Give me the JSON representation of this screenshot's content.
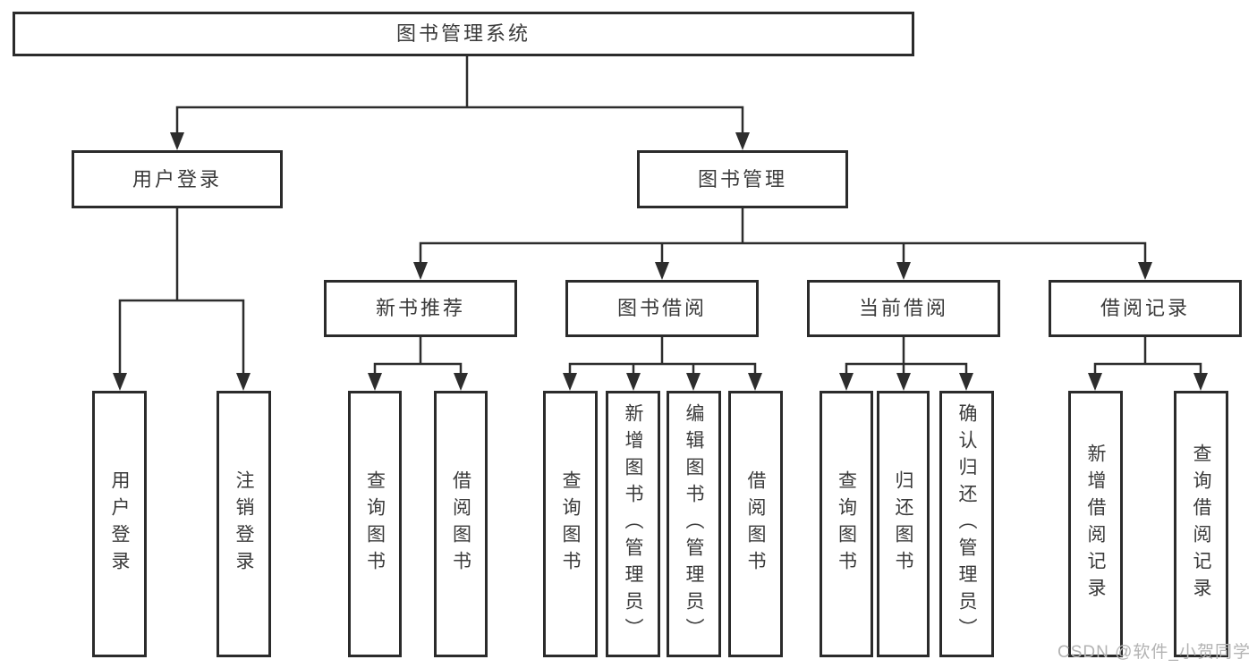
{
  "diagram": {
    "type": "hierarchy-structure-chart",
    "title": "图书管理系统"
  },
  "nodes": {
    "root": "图书管理系统",
    "user_login": "用户登录",
    "book_management": "图书管理",
    "new_book_recommend": "新书推荐",
    "book_borrowing": "图书借阅",
    "current_borrowing": "当前借阅",
    "borrowing_records": "借阅记录",
    "login_user_login": "用户登录",
    "login_logout": "注销登录",
    "recommend_query_books": "查询图书",
    "recommend_borrow_books": "借阅图书",
    "borrowing_query_books": "查询图书",
    "borrowing_add_books": "新增图书（管理员）",
    "borrowing_edit_books": "编辑图书（管理员）",
    "borrowing_borrow_books": "借阅图书",
    "current_query_books": "查询图书",
    "current_return_books": "归还图书",
    "current_confirm_return": "确认归还（管理员）",
    "records_add_record": "新增借阅记录",
    "records_query_record": "查询借阅记录"
  },
  "hierarchy": {
    "图书管理系统": {
      "用户登录": [
        "用户登录",
        "注销登录"
      ],
      "图书管理": {
        "新书推荐": [
          "查询图书",
          "借阅图书"
        ],
        "图书借阅": [
          "查询图书",
          "新增图书（管理员）",
          "编辑图书（管理员）",
          "借阅图书"
        ],
        "当前借阅": [
          "查询图书",
          "归还图书",
          "确认归还（管理员）"
        ],
        "借阅记录": [
          "新增借阅记录",
          "查询借阅记录"
        ]
      }
    }
  },
  "colors": {
    "line": "#2d2d2d",
    "box_border": "#2b2b2b",
    "text": "#3a3a3a",
    "watermark": "#b3b3b3",
    "background": "#ffffff"
  },
  "watermark": "CSDN @软件_小贺同学"
}
